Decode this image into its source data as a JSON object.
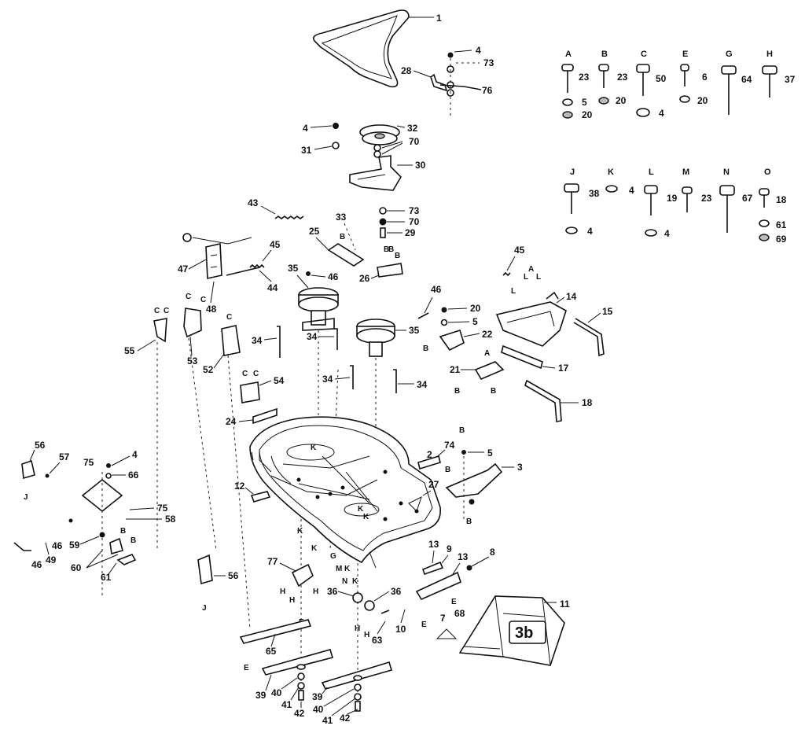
{
  "diagram": {
    "callouts": {
      "c1": "1",
      "c4a": "4",
      "c73a": "73",
      "c28": "28",
      "c76": "76",
      "c4b": "4",
      "c32": "32",
      "c31": "31",
      "c70a": "70",
      "c30": "30",
      "c43": "43",
      "c33": "33",
      "c73b": "73",
      "c70b": "70",
      "c29": "29",
      "c25": "25",
      "c26": "26",
      "c45a": "45",
      "c46a": "46",
      "c47": "47",
      "c44": "44",
      "c48": "48",
      "c35a": "35",
      "c35b": "35",
      "c46b": "46",
      "c20a": "20",
      "c5a": "5",
      "c22": "22",
      "c45b": "45",
      "c14": "14",
      "c15": "15",
      "c17": "17",
      "c21": "21",
      "c18": "18",
      "c55": "55",
      "c53": "53",
      "c52": "52",
      "c34a": "34",
      "c34b": "34",
      "c34c": "34",
      "c34d": "34",
      "c54": "54",
      "c24": "24",
      "c2": "2",
      "c74": "74",
      "c5b": "5",
      "c3": "3",
      "c27": "27",
      "c12": "12",
      "c56a": "56",
      "c57": "57",
      "c75a": "75",
      "c4c": "4",
      "c66": "66",
      "c75b": "75",
      "c58": "58",
      "c59": "59",
      "c46c": "46",
      "c46d": "46",
      "c49": "49",
      "c60": "60",
      "c61": "61",
      "c56b": "56",
      "c77": "77",
      "c13a": "13",
      "c9": "9",
      "c13b": "13",
      "c8": "8",
      "c36a": "36",
      "c36b": "36",
      "c10": "10",
      "c63": "63",
      "c7": "7",
      "c68": "68",
      "c11": "11",
      "c65": "65",
      "c39a": "39",
      "c40a": "40",
      "c41a": "41",
      "c42a": "42",
      "c39b": "39",
      "c40b": "40",
      "c41b": "41",
      "c42b": "42"
    },
    "letters": {
      "lA": "A",
      "lB": "B",
      "lC": "C",
      "lE": "E",
      "lG": "G",
      "lH": "H",
      "lJ": "J",
      "lK": "K",
      "lL": "L",
      "lM": "M",
      "lN": "N",
      "lO": "O"
    },
    "hardware": [
      {
        "letter": "A",
        "size": "23",
        "washers": [
          "5",
          "20"
        ]
      },
      {
        "letter": "B",
        "size": "23",
        "washers": [
          "20"
        ]
      },
      {
        "letter": "C",
        "size": "50",
        "washers": [
          "4"
        ]
      },
      {
        "letter": "E",
        "size": "6",
        "washers": [
          "20"
        ]
      },
      {
        "letter": "G",
        "size": "64",
        "washers": []
      },
      {
        "letter": "H",
        "size": "37",
        "washers": []
      },
      {
        "letter": "J",
        "size": "38",
        "washers": [
          "4"
        ]
      },
      {
        "letter": "K",
        "size": "4",
        "washers": []
      },
      {
        "letter": "L",
        "size": "19",
        "washers": [
          "4"
        ]
      },
      {
        "letter": "M",
        "size": "23",
        "washers": []
      },
      {
        "letter": "N",
        "size": "67",
        "washers": []
      },
      {
        "letter": "O",
        "size": "18",
        "washers": [
          "61",
          "69"
        ]
      }
    ],
    "logo_text": "3b"
  }
}
